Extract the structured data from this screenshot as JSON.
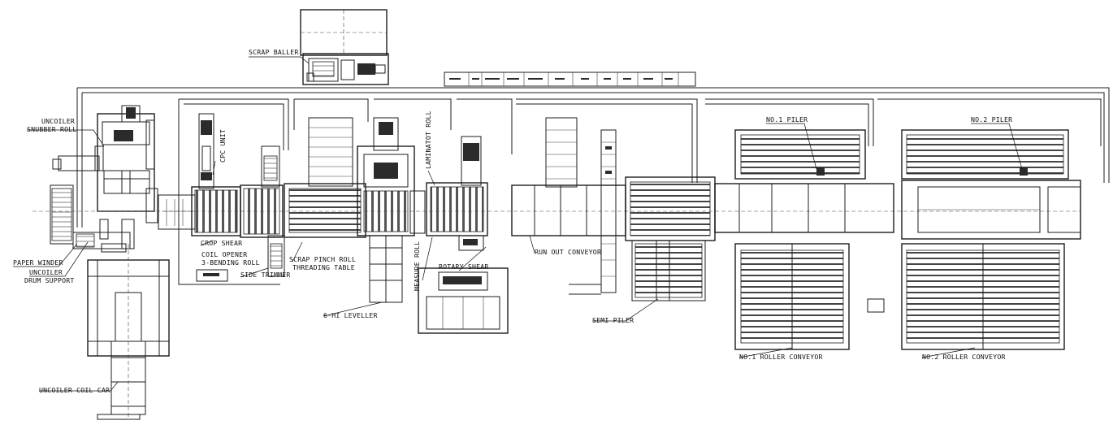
{
  "labels": {
    "scrap_baller": "SCRAP BALLER",
    "uncoiler_snubber_roll_1": "UNCOILER",
    "uncoiler_snubber_roll_2": "SNUBBER ROLL",
    "cpc_unit": "CPC UNIT",
    "laminatot_roll": "LAMINATOT ROLL",
    "no1_piler": "NO.1 PILER",
    "no2_piler": "NO.2 PILER",
    "paper_winder": "PAPER WINDER",
    "uncoiler_drum_support_1": "UNCOILER",
    "uncoiler_drum_support_2": "DRUM SUPPORT",
    "crop_shear": "CROP SHEAR",
    "coil_opener": "COIL OPENER",
    "three_bending_roll": "3-BENDING ROLL",
    "side_trimmer": "SIDE TRIMMER",
    "scrap_pinch_roll": "SCRAP PINCH ROLL",
    "threading_table": "THREADING TABLE",
    "measure_roll": "MEASURE ROLL",
    "rotary_shear": "ROTARY SHEAR",
    "run_out_conveyor": "RUN OUT CONVEYOR",
    "six_hi_leveller": "6-HI LEVELLER",
    "semi_piler": "SEMI PILER",
    "no1_roller_conveyor": "NO.1 ROLLER CONVEYOR",
    "no2_roller_conveyor": "NO.2 ROLLER CONVEYOR",
    "uncoiler_coil_car": "UNCOILER COIL CAR"
  },
  "colors": {
    "line": "#1c1c1c",
    "background": "#ffffff"
  }
}
